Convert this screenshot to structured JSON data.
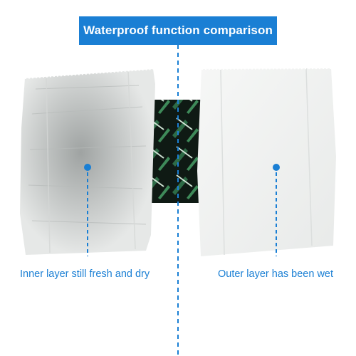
{
  "title": "Waterproof function comparison",
  "captions": {
    "inner": "Inner layer still fresh and dry",
    "outer": "Outer layer has been wet"
  },
  "colors": {
    "accent": "#1a7fd4",
    "background": "#ffffff",
    "tissue": "#eef0ef",
    "fabric_dark": "#0f1a14",
    "fabric_leaf": "#2d6b46"
  }
}
